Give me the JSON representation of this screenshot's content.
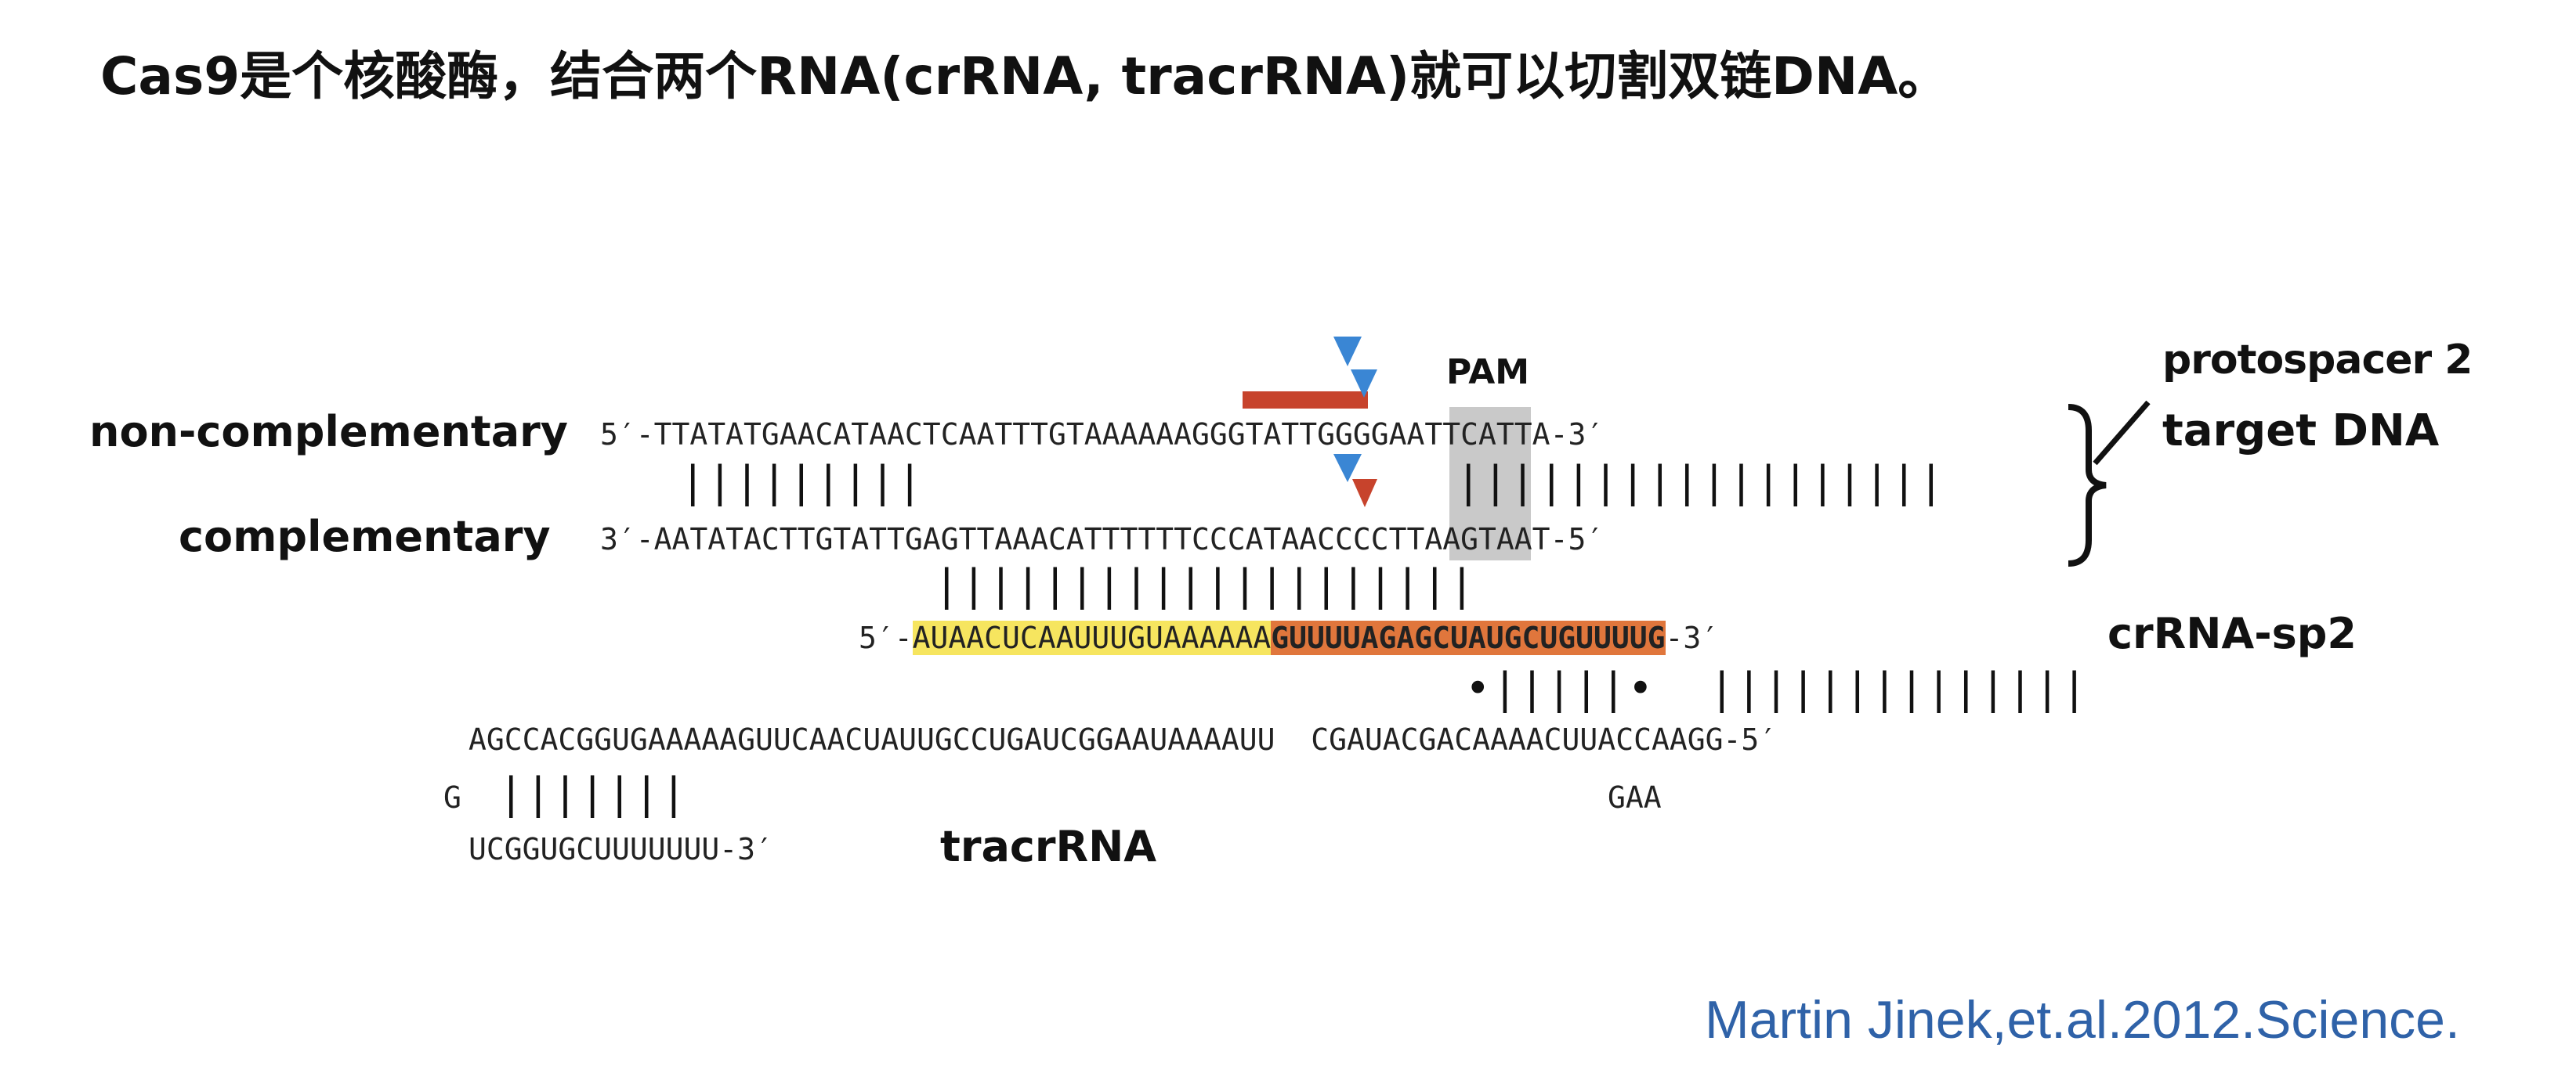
{
  "title": "Cas9是个核酸酶，结合两个RNA(crRNA, tracrRNA)就可以切割双链DNA。",
  "labels": {
    "non_complementary": "non-complementary",
    "complementary": "complementary",
    "pam": "PAM",
    "protospacer_line1": "protospacer 2",
    "protospacer_line2": "target DNA",
    "crrna": "crRNA-sp2",
    "tracrrna": "tracrRNA"
  },
  "sequences": {
    "noncomp_prefix": "5′-",
    "noncomp_part1": "TTATATGAACATAACTCAATTTGTAAAAAAG",
    "noncomp_pam": "GG",
    "noncomp_part2": "TATTGGGGAATTCATTA",
    "noncomp_suffix": "-3′",
    "noncomp_bars": "|||||||||",
    "comp_prefix": "3′-",
    "comp_part1": "AATATACTTGTATTGAGTTAAACATTTTTT",
    "comp_pam": "CCC",
    "comp_part2": "ATAACCCCTTAAGTAAT",
    "comp_suffix": "-5′",
    "pam_bars_left": "|||",
    "pam_bars_right": "|||||||||||||||",
    "crrna_bars": "||||||||||||||||||||",
    "crrna_prefix": "5′-",
    "crrna_spacer": "AUAACUCAAUUUGUAAAAAA",
    "crrna_repeat": "GUUUUAGAGCUAUGCUGUUUUG",
    "crrna_suffix": "-3′",
    "repeat_pairing": "•|||||•  ||||||||||||||",
    "tracr_top": "AGCCACGGUGAAAAAGUUCAACUAUUGCCUGAUCGGAAUAAAAUU  CGAUACGACAAAACUUACCAAGG-5′",
    "tracr_g": "G",
    "tracr_loop_bars": "|||||||",
    "tracr_gaa": "GAA",
    "tracr_bottom": "UCGGUGCUUUUUUU-3′"
  },
  "citation": "Martin Jinek,et.al.2012.Science.",
  "colors": {
    "spacer_highlight": "#f6e55f",
    "repeat_highlight": "#e0763c",
    "pam_box": "#c9c9c9",
    "cut_arrow_blue": "#3a86d4",
    "cut_arrow_red": "#c7432c",
    "cut_bar_red": "#c7432c",
    "citation": "#2f62a8"
  },
  "icons": [
    "cleavage-arrow-icon",
    "brace-icon"
  ]
}
